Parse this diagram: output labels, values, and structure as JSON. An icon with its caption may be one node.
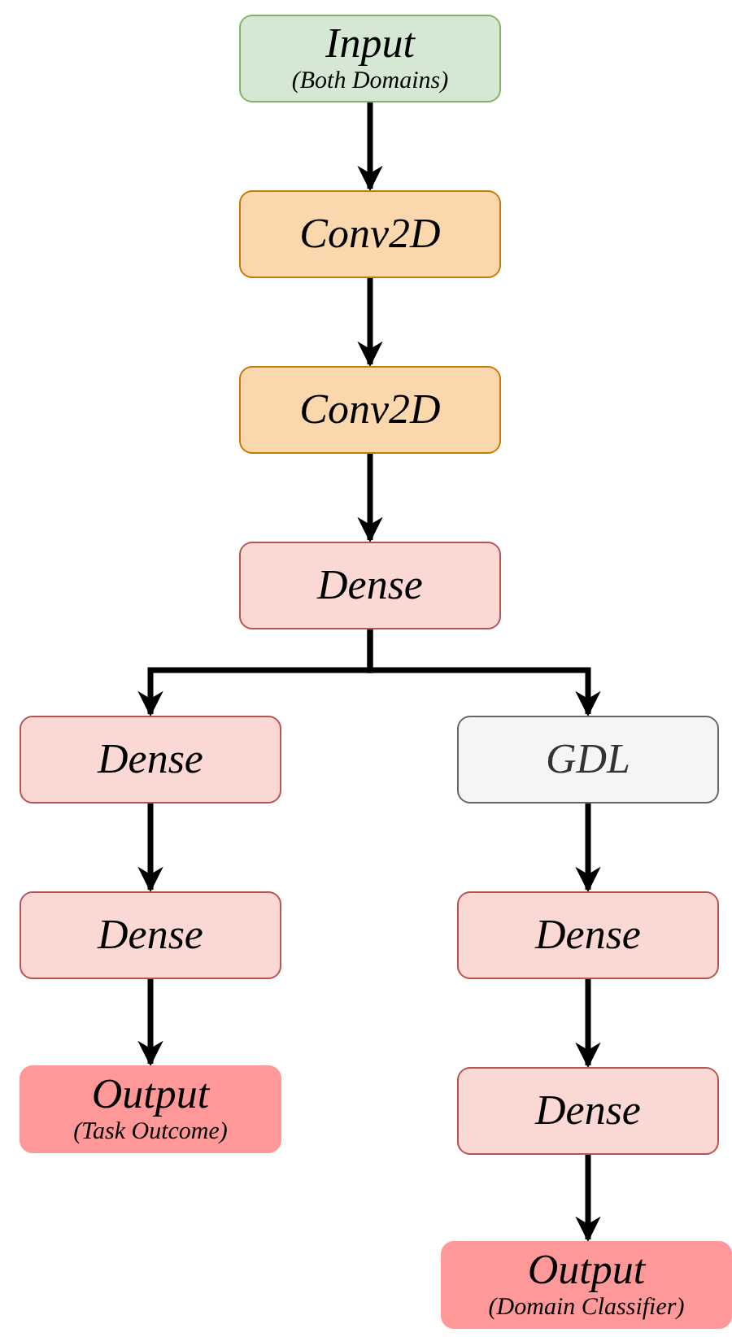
{
  "diagram": {
    "nodes": [
      {
        "text": [
          "Input",
          "(Both Domains)"
        ]
      },
      {
        "text": [
          "Conv2D"
        ]
      },
      {
        "text": [
          "Conv2D"
        ]
      },
      {
        "text": [
          "Dense"
        ]
      },
      {
        "text": [
          "Dense"
        ]
      },
      {
        "text": [
          "GDL"
        ]
      },
      {
        "text": [
          "Dense"
        ]
      },
      {
        "text": [
          "Dense"
        ]
      },
      {
        "text": [
          "Output",
          "(Task Outcome)"
        ]
      },
      {
        "text": [
          "Dense"
        ]
      },
      {
        "text": [
          "Output",
          "(Domain Classifier)"
        ]
      }
    ],
    "edges": [
      {
        "from": 0,
        "to": 1,
        "arrow": "to"
      },
      {
        "from": 1,
        "to": 2,
        "arrow": "to"
      },
      {
        "from": 2,
        "to": 3,
        "arrow": "to"
      },
      {
        "from": 3,
        "to": 4,
        "arrow": "to"
      },
      {
        "from": 3,
        "to": 5,
        "arrow": "to"
      },
      {
        "from": 4,
        "to": 6,
        "arrow": "to"
      },
      {
        "from": 6,
        "to": 8,
        "arrow": "to"
      },
      {
        "from": 5,
        "to": 7,
        "arrow": "to"
      },
      {
        "from": 7,
        "to": 9,
        "arrow": "to"
      },
      {
        "from": 9,
        "to": 10,
        "arrow": "to"
      }
    ]
  }
}
